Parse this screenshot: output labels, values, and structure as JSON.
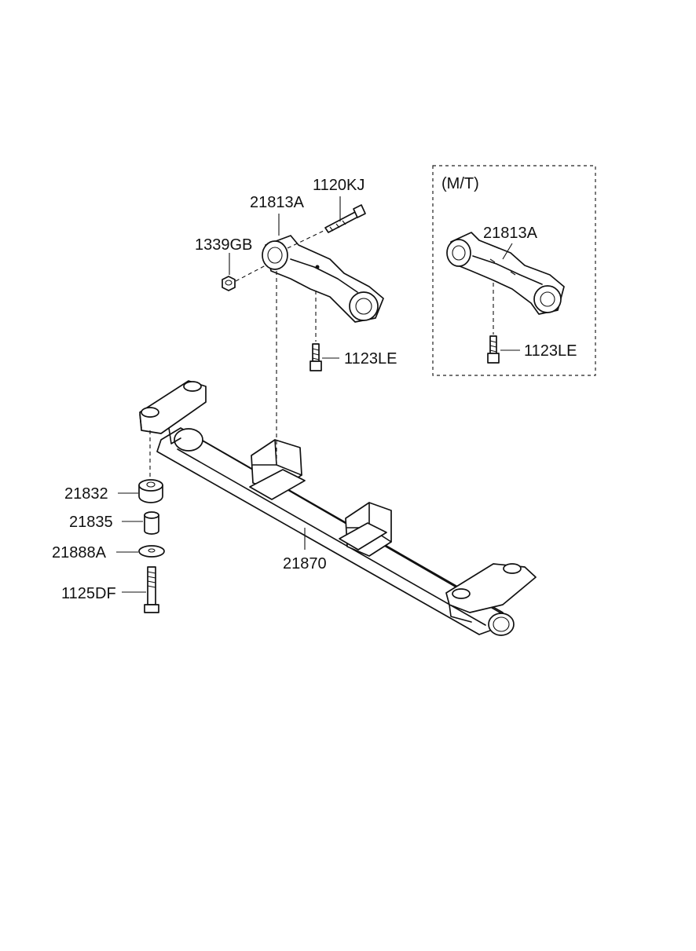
{
  "diagram": {
    "labels": {
      "bolt_1120kj": "1120KJ",
      "mount_main": "21813A",
      "nut_1339gb": "1339GB",
      "bolt_1123le_main": "1123LE",
      "bushing_21832": "21832",
      "sleeve_21835": "21835",
      "washer_21888a": "21888A",
      "bolt_1125df": "1125DF",
      "crossmember_21870": "21870"
    },
    "inset": {
      "title": "(M/T)",
      "mount": "21813A",
      "bolt": "1123LE"
    }
  }
}
